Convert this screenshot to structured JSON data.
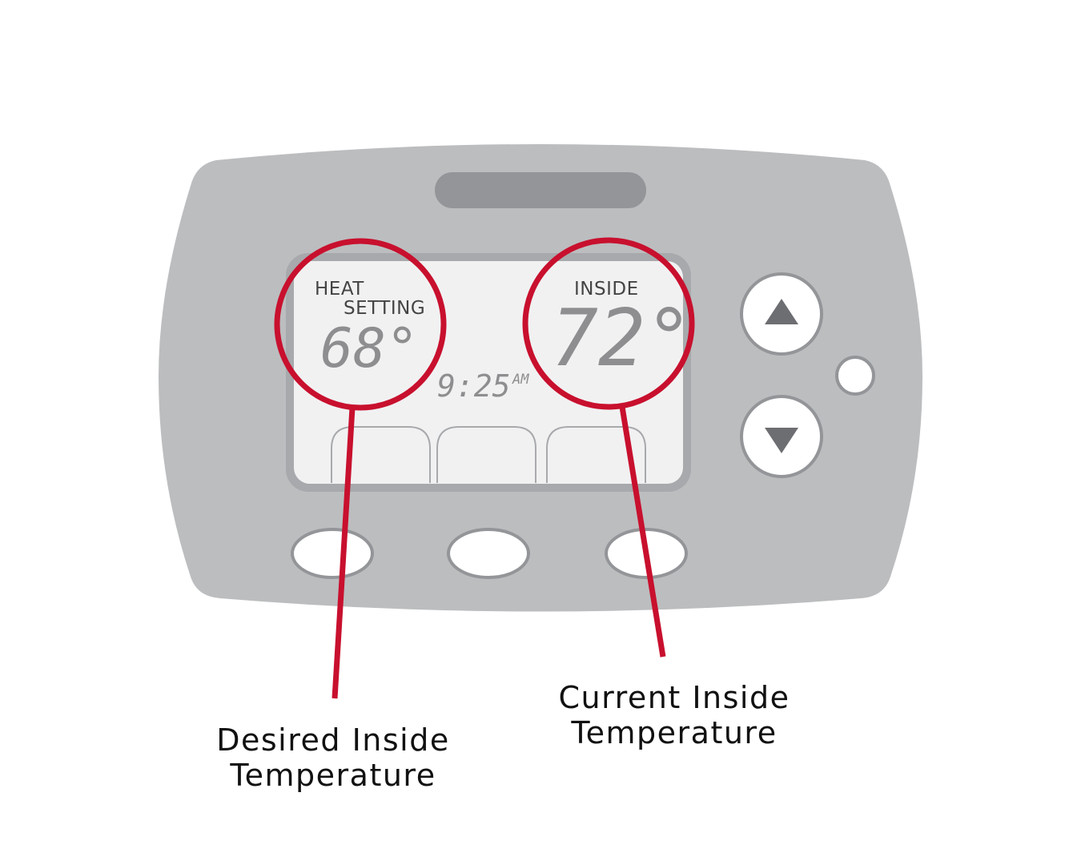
{
  "display": {
    "heat_label_line1": "HEAT",
    "heat_label_line2": "SETTING",
    "heat_setting": "68°",
    "inside_label": "INSIDE",
    "inside_temperature": "72°",
    "time": "9:25",
    "meridiem": "AM"
  },
  "captions": {
    "desired_line1": "Desired Inside",
    "desired_line2": "Temperature",
    "current_line1": "Current Inside",
    "current_line2": "Temperature"
  },
  "buttons": {
    "up_icon": "triangle-up-icon",
    "down_icon": "triangle-down-icon"
  },
  "colors": {
    "body": "#bcbdbf",
    "screen": "#f1f1f2",
    "highlight": "#c8102e",
    "lcd_text": "#8e8e90"
  }
}
